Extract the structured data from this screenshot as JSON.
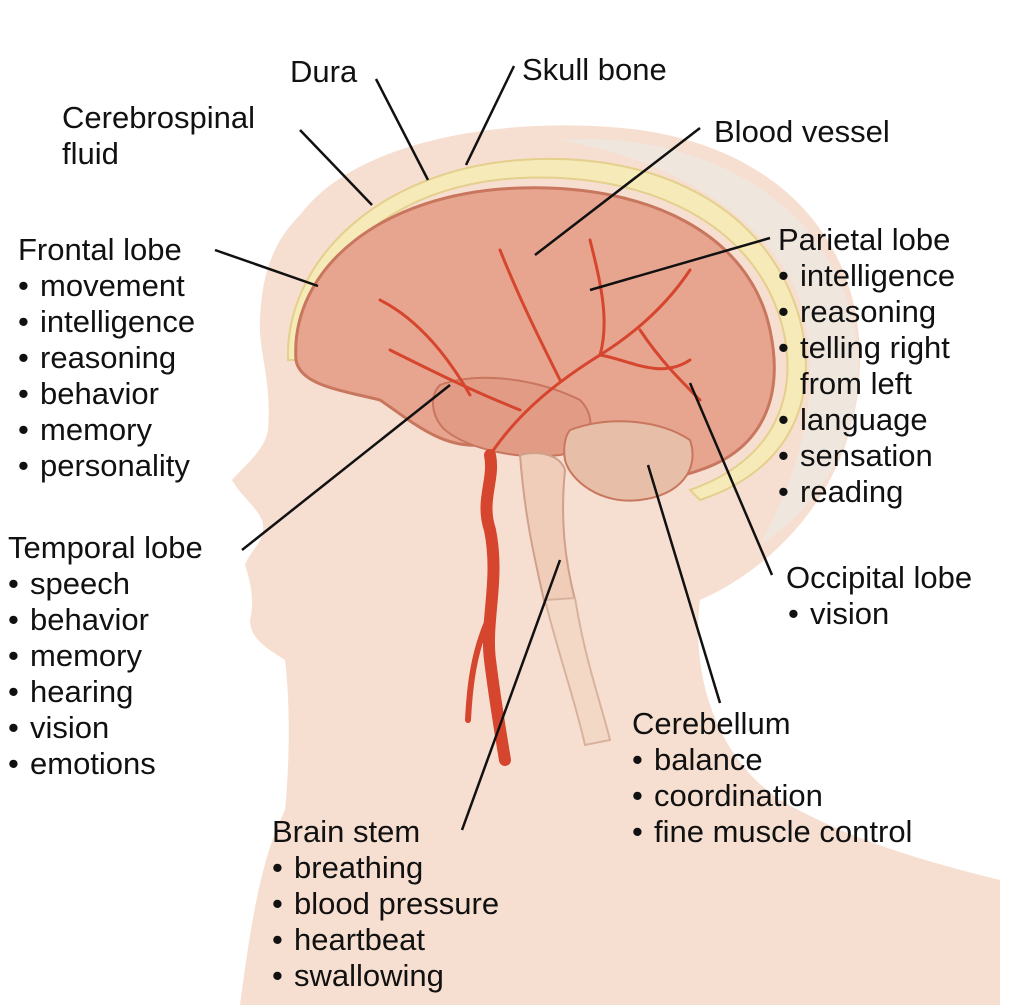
{
  "colors": {
    "skin": "#f6dfd0",
    "skin_shadow": "#ecc6b0",
    "hair": "#efe6de",
    "skull": "#f6eab8",
    "brain": "#e7a58f",
    "brain_shadow": "#c9765f",
    "artery": "#d6452e",
    "leader_line": "#111111"
  },
  "labels": {
    "dura": {
      "title": "Dura"
    },
    "skull_bone": {
      "title": "Skull bone"
    },
    "csf": {
      "title_line1": "Cerebrospinal",
      "title_line2": "fluid"
    },
    "blood_vessel": {
      "title": "Blood vessel"
    },
    "frontal": {
      "title": "Frontal lobe",
      "items": [
        "movement",
        "intelligence",
        "reasoning",
        "behavior",
        "memory",
        "personality"
      ]
    },
    "parietal": {
      "title": "Parietal lobe",
      "items": [
        "intelligence",
        "reasoning",
        "telling right",
        "from left",
        "language",
        "sensation",
        "reading"
      ]
    },
    "temporal": {
      "title": "Temporal lobe",
      "items": [
        "speech",
        "behavior",
        "memory",
        "hearing",
        "vision",
        "emotions"
      ]
    },
    "occipital": {
      "title": "Occipital lobe",
      "items": [
        "vision"
      ]
    },
    "cerebellum": {
      "title": "Cerebellum",
      "items": [
        "balance",
        "coordination",
        "fine muscle control"
      ]
    },
    "brain_stem": {
      "title": "Brain stem",
      "items": [
        "breathing",
        "blood pressure",
        "heartbeat",
        "swallowing"
      ]
    }
  }
}
